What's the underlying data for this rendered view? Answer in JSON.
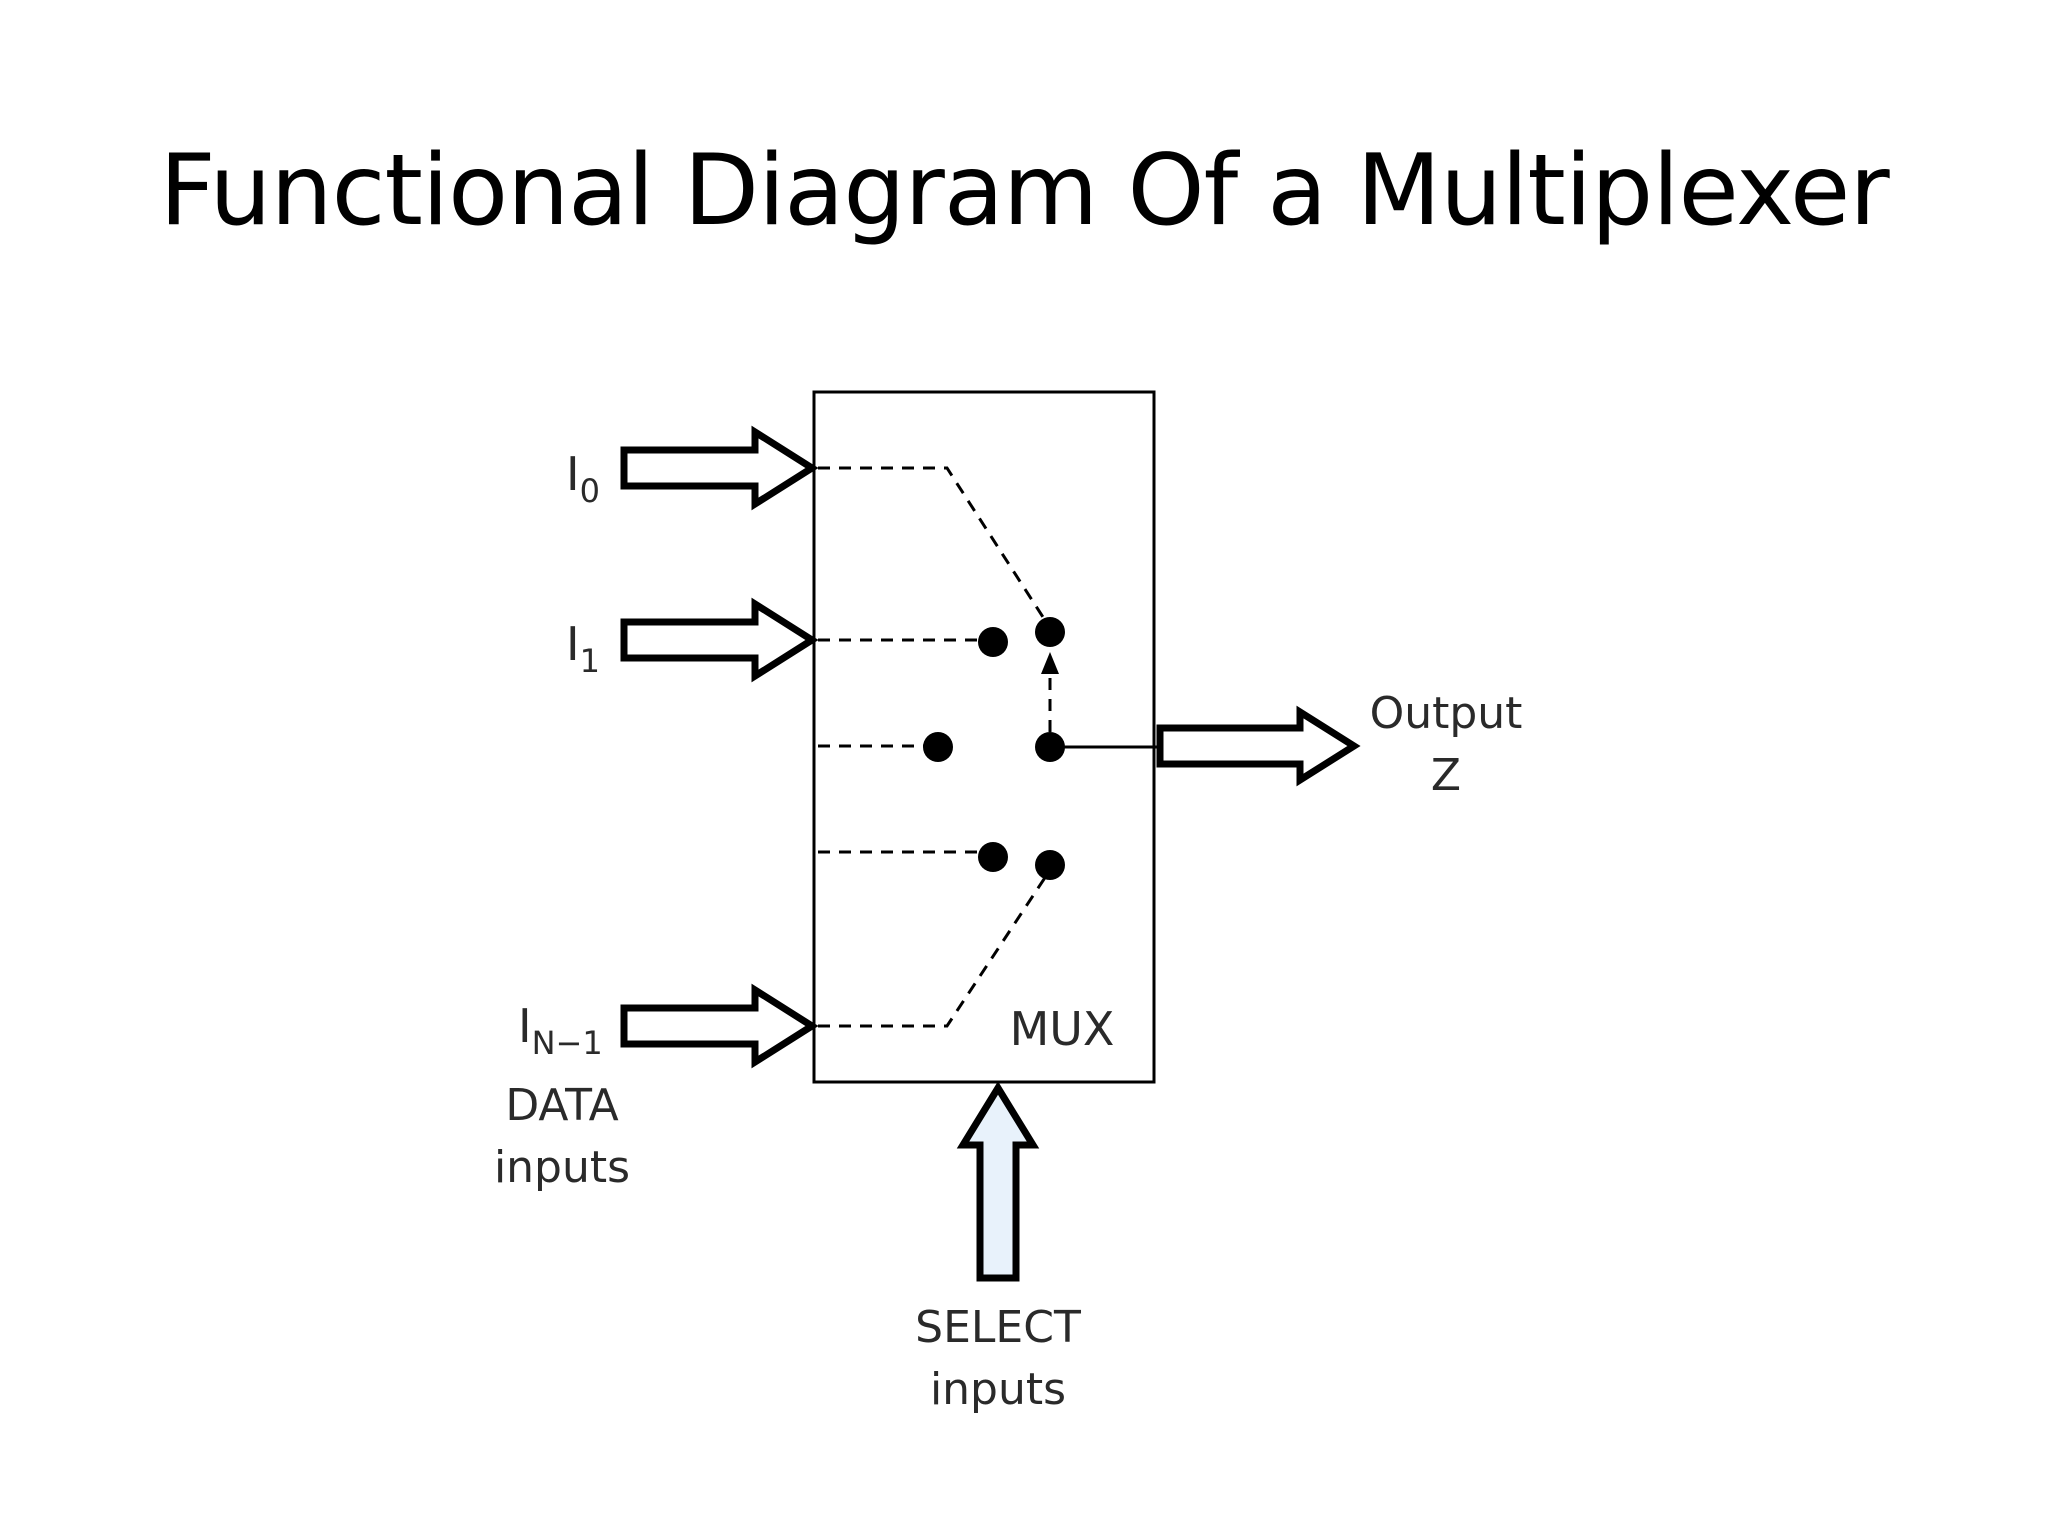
{
  "slide": {
    "title": "Functional Diagram Of a Multiplexer"
  },
  "diagram": {
    "inputs": [
      {
        "name": "I",
        "subscript": "0"
      },
      {
        "name": "I",
        "subscript": "1"
      },
      {
        "name": "I",
        "subscript": "N−1"
      }
    ],
    "data_inputs_label": [
      "DATA",
      "inputs"
    ],
    "block_label": "MUX",
    "output_label": [
      "Output",
      "Z"
    ],
    "select_label": [
      "SELECT",
      "inputs"
    ],
    "colors": {
      "line": "#000000",
      "select_arrow_fill": "#e8f2fb"
    }
  }
}
